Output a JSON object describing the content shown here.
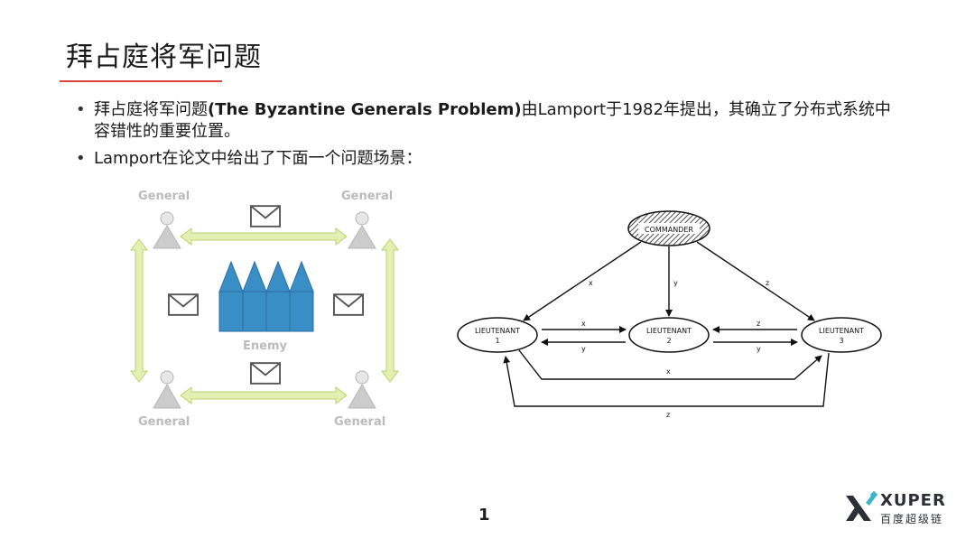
{
  "slide": {
    "title": "拜占庭将军问题",
    "bullets": [
      {
        "prefix": "拜占庭将军问题",
        "bold": "(The Byzantine Generals Problem)",
        "suffix": "由Lamport于1982年提出，其确立了分布式系统中容错性的重要位置。"
      },
      {
        "text": "Lamport在论文中给出了下面一个问题场景："
      }
    ],
    "page_number": "1",
    "colors": {
      "accent_rule": "#d9433b",
      "arrow_fill": "#e4efb4",
      "arrow_stroke": "#bcd06a",
      "castle": "#3a8ec6"
    }
  },
  "left_diagram": {
    "general_labels": [
      "General",
      "General",
      "General",
      "General"
    ],
    "enemy_label": "Enemy",
    "icons": [
      "person-icon",
      "envelope-icon",
      "castle-icon"
    ]
  },
  "right_diagram": {
    "commander": "COMMANDER",
    "lieutenants": [
      {
        "line1": "LIEUTENANT",
        "line2": "1"
      },
      {
        "line1": "LIEUTENANT",
        "line2": "2"
      },
      {
        "line1": "LIEUTENANT",
        "line2": "3"
      }
    ],
    "edge_labels": {
      "cmd_to_l1": "x",
      "cmd_to_l2": "y",
      "cmd_to_l3": "z",
      "l1_to_l2": "x",
      "l2_to_l1": "y",
      "l3_to_l2": "z",
      "l2_to_l3": "y",
      "l1_to_l3": "x",
      "l3_to_l1": "z"
    }
  },
  "logo": {
    "brand": "XUPER",
    "subtitle": "百度超级链"
  }
}
